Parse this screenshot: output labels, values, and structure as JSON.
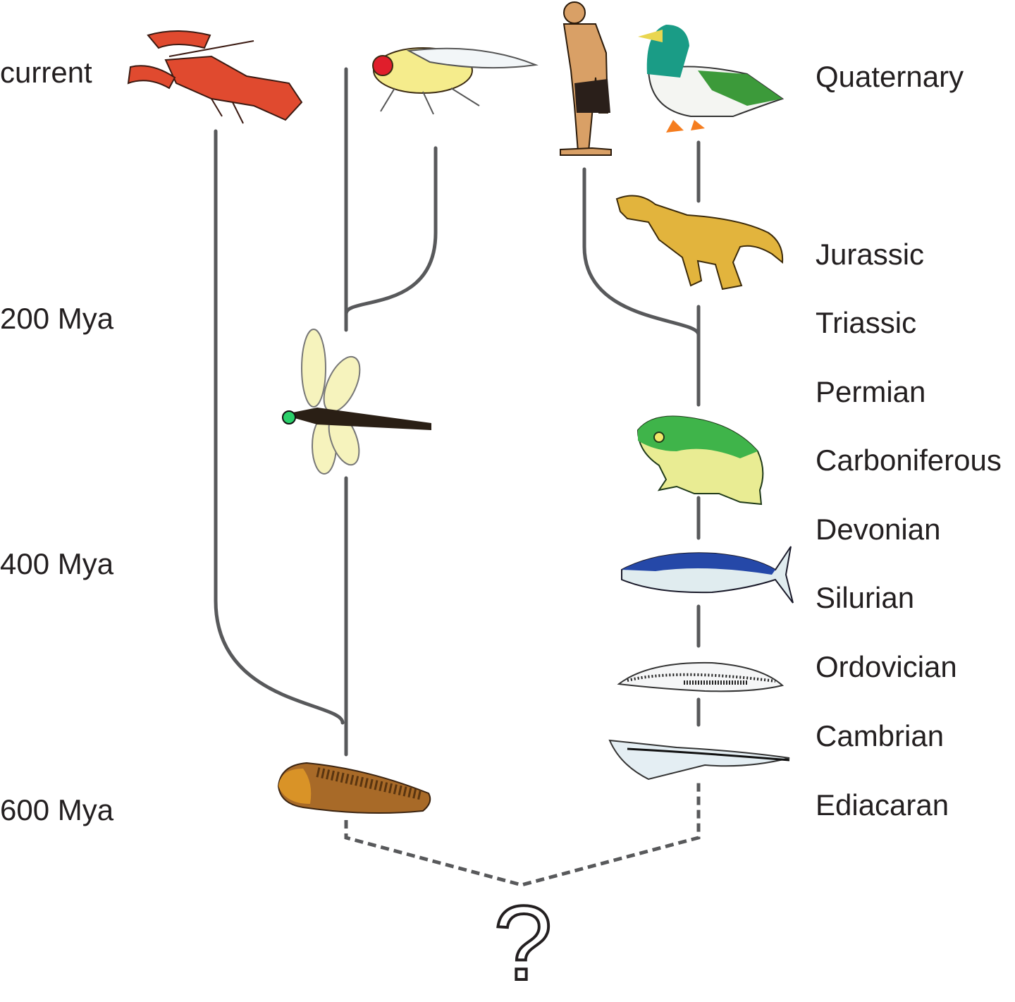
{
  "time_labels": [
    {
      "text": "current"
    },
    {
      "text": "200 Mya"
    },
    {
      "text": "400 Mya"
    },
    {
      "text": "600 Mya"
    }
  ],
  "period_labels": [
    {
      "text": "Quaternary"
    },
    {
      "text": "Jurassic"
    },
    {
      "text": "Triassic"
    },
    {
      "text": "Permian"
    },
    {
      "text": "Carboniferous"
    },
    {
      "text": "Devonian"
    },
    {
      "text": "Silurian"
    },
    {
      "text": "Ordovician"
    },
    {
      "text": "Cambrian"
    },
    {
      "text": "Ediacaran"
    }
  ],
  "unknown_ancestor_label": "?",
  "organisms": [
    "crayfish-icon",
    "fruit-fly-icon",
    "human-icon",
    "duck-icon",
    "dinosaur-icon",
    "dragonfly-icon",
    "frog-icon",
    "tuna-fish-icon",
    "lancelet-icon",
    "early-chordate-icon",
    "trilobite-icon"
  ],
  "colors": {
    "tree_line": "#58595b",
    "text": "#231f20"
  }
}
